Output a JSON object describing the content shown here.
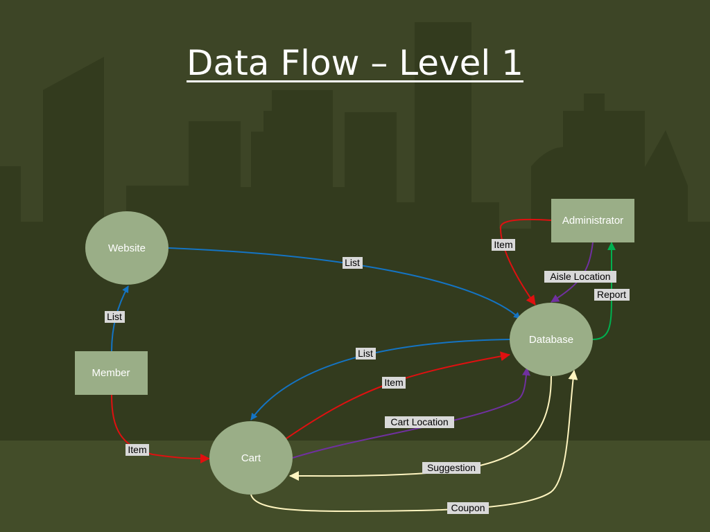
{
  "title": "Data Flow – Level 1",
  "colors": {
    "background": "#3d4526",
    "skyline": "#333b1e",
    "node_fill": "#9aae87",
    "node_text": "#ffffff",
    "label_bg": "#d9d9d9",
    "list": "#1474c4",
    "item": "#e01010",
    "location": "#7030a0",
    "report": "#00b050",
    "suggestion": "#fff5c0"
  },
  "nodes": {
    "website": "Website",
    "member": "Member",
    "cart": "Cart",
    "database": "Database",
    "administrator": "Administrator"
  },
  "flows": {
    "member_to_website": "List",
    "website_to_database": "List",
    "database_to_cart": "List",
    "member_to_cart": "Item",
    "cart_to_database": "Item",
    "administrator_to_database_item": "Item",
    "administrator_to_database_aisle": "Aisle Location",
    "database_to_administrator": "Report",
    "cart_to_database_location": "Cart Location",
    "database_to_cart_suggestion": "Suggestion",
    "cart_to_database_coupon": "Coupon"
  }
}
